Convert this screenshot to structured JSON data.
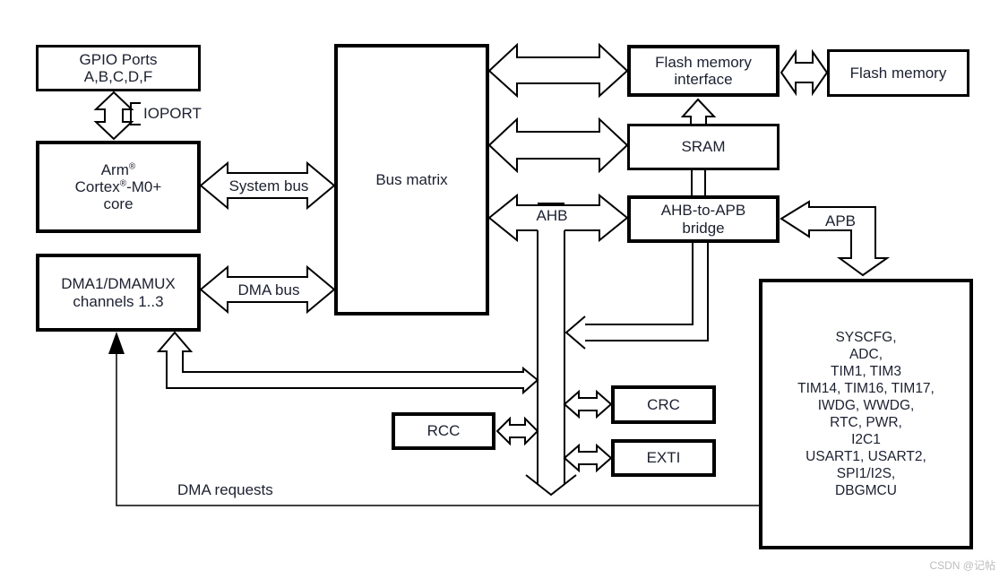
{
  "boxes": {
    "gpio": {
      "line1": "GPIO Ports",
      "line2": "A,B,C,D,F"
    },
    "cortex": {
      "l1_pre": "Arm",
      "l1_sup": "®",
      "l2_pre": "Cortex",
      "l2_sup": "®",
      "l2_post": "-M0+",
      "l3": "core"
    },
    "dma": {
      "line1": "DMA1/DMAMUX",
      "line2": "channels 1..3"
    },
    "bus_matrix": {
      "label": "Bus matrix"
    },
    "flash_iface": {
      "line1": "Flash memory",
      "line2": "interface"
    },
    "flash_mem": {
      "label": "Flash memory"
    },
    "sram": {
      "label": "SRAM"
    },
    "bridge": {
      "line1": "AHB-to-APB",
      "line2": "bridge"
    },
    "crc": {
      "label": "CRC"
    },
    "exti": {
      "label": "EXTI"
    },
    "rcc": {
      "label": "RCC"
    },
    "peripherals": {
      "lines": [
        "SYSCFG,",
        "ADC,",
        "TIM1, TIM3",
        "TIM14, TIM16, TIM17,",
        "IWDG, WWDG,",
        "RTC, PWR,",
        "I2C1",
        "USART1, USART2,",
        "SPI1/I2S,",
        "DBGMCU"
      ]
    }
  },
  "labels": {
    "ioport": "IOPORT",
    "system_bus": "System bus",
    "dma_bus": "DMA bus",
    "ahb": "AHB",
    "apb": "APB",
    "dma_requests": "DMA requests"
  },
  "watermark": "CSDN @记帖",
  "colors": {
    "line": "#000000",
    "text": "#1c2030",
    "watermark": "#bdbdbd"
  }
}
